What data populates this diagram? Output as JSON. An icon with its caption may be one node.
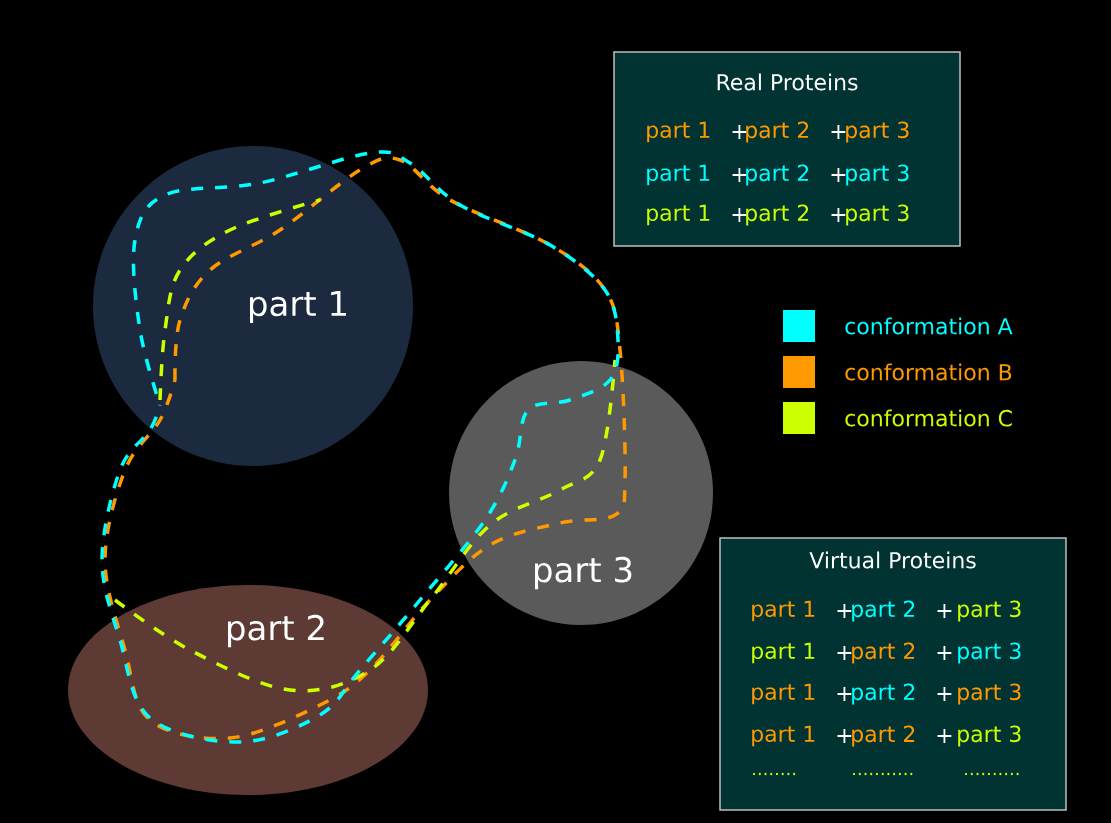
{
  "diagram": {
    "nodes": [
      {
        "text": [
          "part 1"
        ]
      },
      {
        "text": [
          "part 2"
        ]
      },
      {
        "text": [
          "part 3"
        ]
      },
      {
        "text": [
          "Real Proteins",
          "part 1",
          "+",
          "part 2",
          "+",
          "part 3",
          "part 1",
          "+",
          "part 2",
          "+",
          "part 3",
          "part 1",
          "+",
          "part 2",
          "+",
          "part 3"
        ]
      },
      {
        "text": [
          "Virtual Proteins",
          "part 1",
          "+",
          "part 2",
          "+",
          "part 3",
          "part 1",
          "+",
          "part 2",
          "+",
          "part 3",
          "part 1",
          "+",
          "part 2",
          "+",
          "part 3",
          "part 1",
          "+",
          "part 2",
          "+",
          "part 3",
          "........",
          "...........",
          ".........."
        ]
      }
    ],
    "legend": [
      {
        "text": "conformation A",
        "color": "#00ffff"
      },
      {
        "text": "conformation B",
        "color": "#ff9900"
      },
      {
        "text": "conformation C",
        "color": "#ccff00"
      }
    ]
  }
}
